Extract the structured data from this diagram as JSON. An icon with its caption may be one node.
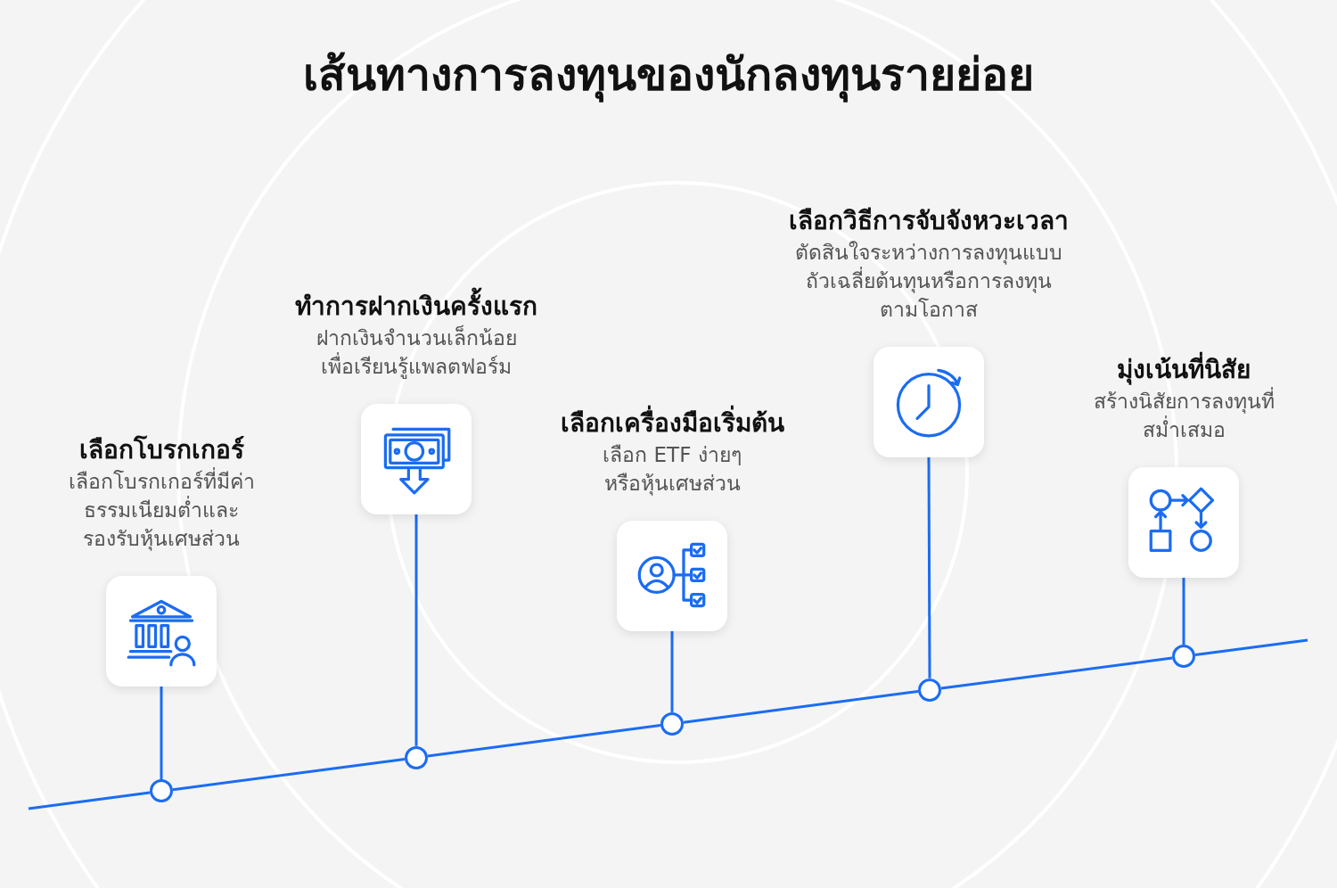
{
  "diagram": {
    "title": "เส้นทางการลงทุนของนักลงทุนรายย่อย",
    "nodes": [
      {
        "text": [
          "เลือกโบรกเกอร์",
          "เลือกโบรกเกอร์ที่มีค่าธรรมเนียมต่ำและรองรับหุ้นเศษส่วน"
        ]
      },
      {
        "text": [
          "ทำการฝากเงินครั้งแรก",
          "ฝากเงินจำนวนเล็กน้อยเพื่อเรียนรู้แพลตฟอร์ม"
        ]
      },
      {
        "text": [
          "เลือกเครื่องมือเริ่มต้น",
          "เลือก ETF ง่ายๆหรือหุ้นเศษส่วน"
        ]
      },
      {
        "text": [
          "เลือกวิธีการจับจังหวะเวลา",
          "ตัดสินใจระหว่างการลงทุนแบบถัวเฉลี่ยต้นทุนหรือการลงทุนตามโอกาส"
        ]
      },
      {
        "text": [
          "มุ่งเน้นที่นิสัย",
          "สร้างนิสัยการลงทุนที่สม่ำเสมอ"
        ]
      },
      {
        "text": [],
        "shape": "circle"
      },
      {
        "text": [],
        "shape": "circle"
      },
      {
        "text": [],
        "shape": "circle"
      },
      {
        "text": [],
        "shape": "circle"
      },
      {
        "text": [],
        "shape": "circle"
      }
    ],
    "edges": [
      {
        "from": 0,
        "to": 5,
        "arrow": "none"
      },
      {
        "from": 1,
        "to": 6,
        "arrow": "none"
      },
      {
        "from": 2,
        "to": 7,
        "arrow": "none"
      },
      {
        "from": 3,
        "to": 8,
        "arrow": "none"
      },
      {
        "from": 4,
        "to": 9,
        "arrow": "none"
      },
      {
        "from": null,
        "to": 5,
        "arrow": "none"
      },
      {
        "from": 5,
        "to": 6,
        "arrow": "none"
      },
      {
        "from": 6,
        "to": 7,
        "arrow": "none"
      },
      {
        "from": 7,
        "to": 8,
        "arrow": "none"
      },
      {
        "from": 8,
        "to": 9,
        "arrow": "none"
      },
      {
        "from": 9,
        "to": null,
        "arrow": "none"
      }
    ]
  }
}
